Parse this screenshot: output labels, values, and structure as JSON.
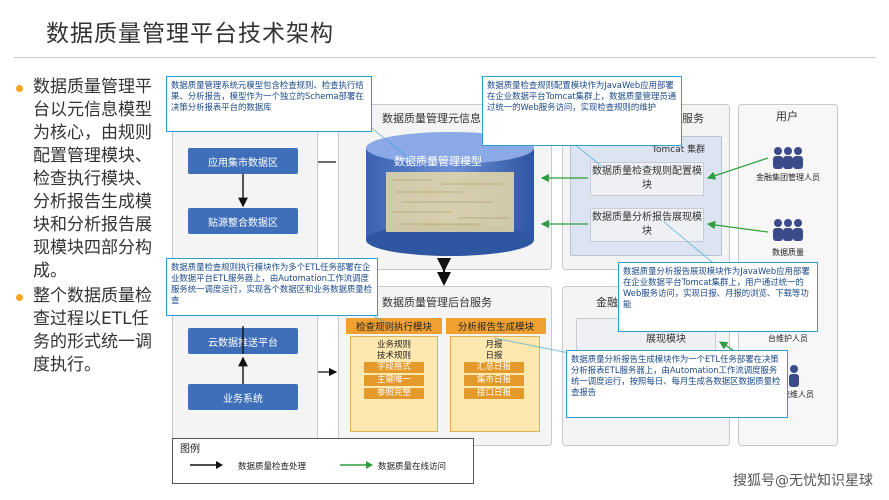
{
  "title": "数据质量管理平台技术架构",
  "bullets": [
    "数据质量管理平台以元信息模型为核心，由规则配置管理模块、检查执行模块、分析报告生成模块和分析报告展现模块四部分构成。",
    "整个数据质量检查过程以ETL任务的形式统一调度执行。"
  ],
  "left_column": {
    "boxes": [
      "应用集市数据区",
      "贴源整合数据区",
      "云数据推送平台",
      "业务系统"
    ]
  },
  "callouts": {
    "meta_model": "数据质量管理系统元模型包含检查规则、检查执行结果、分析报告，模型作为一个独立的Schema部署在决策分析报表平台的数据库",
    "rule_config": "数据质量检查规则配置模块作为JavaWeb应用部署在企业数据平台Tomcat集群上，数据质量管理员通过统一的Web服务访问，实现检查规则的维护",
    "check_exec": "数据质量检查规则执行模块作为多个ETL任务部署在企业数据平台ETL服务器上，由Automation工作流调度服务统一调度运行，实现各个数据区和业务数据质量检查",
    "report_display": "数据质量分析报告展现模块作为JavaWeb应用部署在企业数据平台Tomcat集群上，用户通过统一的Web服务访问，实现日报、月报的浏览、下载等功能",
    "report_gen": "数据质量分析报告生成模块作为一个ETL任务部署在决策分析报表ETL服务器上，由Automation工作流调度服务统一调度运行，按照每日、每月生成各数据区数据质量检查报告"
  },
  "center_top": {
    "panel_title": "数据质量管理元信息",
    "db_label": "数据质量管理模型"
  },
  "center_bottom": {
    "panel_title": "数据质量管理后台服务",
    "exec_header": "检查规则执行模块",
    "gen_header": "分析报告生成模块",
    "exec_items": [
      "业务规则",
      "技术规则",
      "字段格式",
      "主键唯一",
      "参照完整"
    ],
    "gen_items": [
      "月报",
      "日报",
      "汇总日报",
      "集市日报",
      "接口日报"
    ]
  },
  "right_top": {
    "panel_title_partial": "服务",
    "tomcat_label": "Tomcat 集群",
    "boxes": [
      "数据质量检查规则配置模块",
      "数据质量分析报告展现模块"
    ]
  },
  "right_bottom": {
    "panel_title_partial": "金融",
    "box": "展现模块"
  },
  "users": {
    "panel_title": "用户",
    "groups": [
      "金融集团管理人员",
      "数据质量",
      "台维护人员",
      "系统维人员"
    ]
  },
  "legend": {
    "title": "图例",
    "items": [
      {
        "label": "数据质量检查处理",
        "color": "#111111"
      },
      {
        "label": "数据质量在线访问",
        "color": "#2e9e3e"
      }
    ]
  },
  "watermark": "搜狐号@无忧知识星球",
  "colors": {
    "accent_blue": "#3f6fb8",
    "callout_border": "#2a9fd6",
    "orange": "#f0a030",
    "bullet": "#f5a623"
  }
}
